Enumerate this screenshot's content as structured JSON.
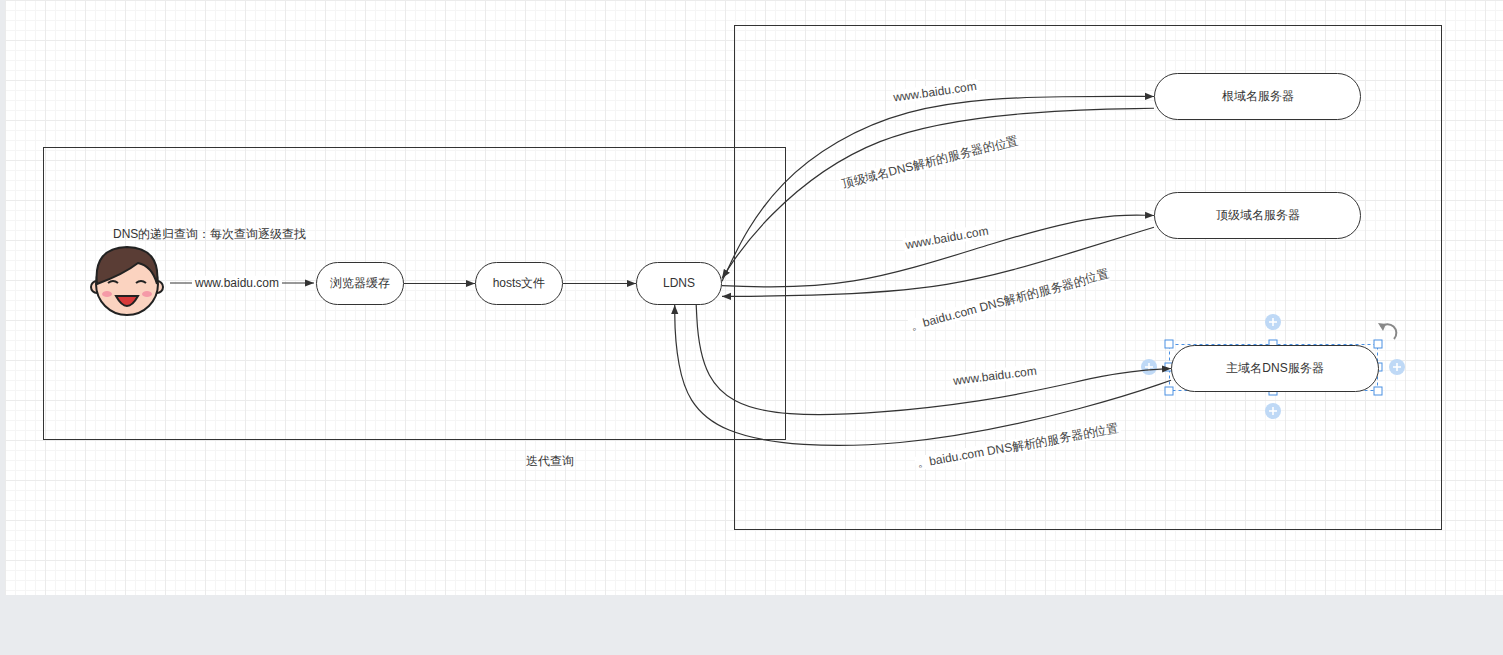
{
  "diagram": {
    "nodes": [
      {
        "text": [
          "DNS的递归查询：每次查询逐级查找"
        ]
      },
      {
        "text": [
          "浏览器缓存"
        ],
        "in": 0
      },
      {
        "text": [
          "hosts文件"
        ],
        "in": 0
      },
      {
        "text": [
          "LDNS"
        ],
        "in": 0
      },
      {
        "text": [
          "迭代查询"
        ]
      },
      {
        "text": [
          "根域名服务器"
        ],
        "in": 4
      },
      {
        "text": [
          "顶级域名服务器"
        ],
        "in": 4
      },
      {
        "text": [
          "主域名DNS服务器"
        ],
        "in": 4
      }
    ],
    "edges": [
      {
        "from": 1,
        "to": 2,
        "arrow": "to"
      },
      {
        "from": 2,
        "to": 3,
        "arrow": "to"
      },
      {
        "from": 3,
        "to": 5,
        "label": "www.baidu.com",
        "arrow": "to"
      },
      {
        "from": 5,
        "to": 3,
        "label": "顶级域名DNS解析的服务器的位置",
        "arrow": "to"
      },
      {
        "from": 3,
        "to": 6,
        "label": "www.baidu.com",
        "arrow": "to"
      },
      {
        "from": 6,
        "to": 3,
        "label": "。baidu.com DNS解析的服务器的位置",
        "arrow": "to"
      },
      {
        "from": 3,
        "to": 7,
        "label": "www.baidu.com",
        "arrow": "to"
      },
      {
        "from": 7,
        "to": 3,
        "label": "。baidu.com DNS解析的服务器的位置",
        "arrow": "to"
      }
    ],
    "labels": [
      "www.baidu.com"
    ]
  }
}
